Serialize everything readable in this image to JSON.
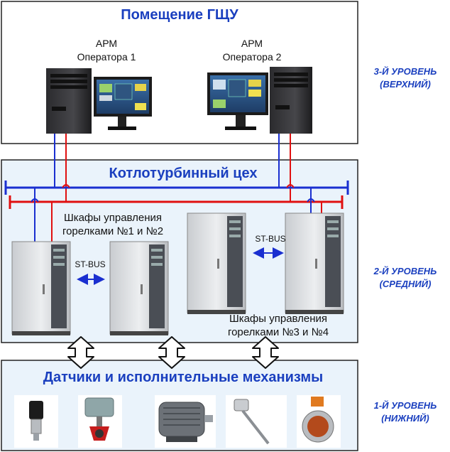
{
  "zones": {
    "top": {
      "title": "Помещение ГЩУ"
    },
    "middle": {
      "title": "Котлотурбинный цех"
    },
    "bottom": {
      "title": "Датчики и исполнительные механизмы"
    }
  },
  "workstations": [
    {
      "line1": "АРМ",
      "line2": "Оператора 1"
    },
    {
      "line1": "АРМ",
      "line2": "Оператора 2"
    }
  ],
  "cabinet_groups": [
    {
      "line1": "Шкафы управления",
      "line2": "горелками №1 и №2",
      "bus": "ST-BUS"
    },
    {
      "line1": "Шкафы управления",
      "line2": "горелками №3 и №4",
      "bus": "ST-BUS"
    }
  ],
  "levels": [
    {
      "line1": "3-Й УРОВЕНЬ",
      "line2": "(ВЕРХНИЙ)"
    },
    {
      "line1": "2-Й УРОВЕНЬ",
      "line2": "(СРЕДНИЙ)"
    },
    {
      "line1": "1-Й УРОВЕНЬ",
      "line2": "(НИЖНИЙ)"
    }
  ],
  "colors": {
    "title": "#1a3fbf",
    "bus_blue": "#1a2fd0",
    "bus_red": "#e01010",
    "zone_fill": "#eaf3fb"
  }
}
